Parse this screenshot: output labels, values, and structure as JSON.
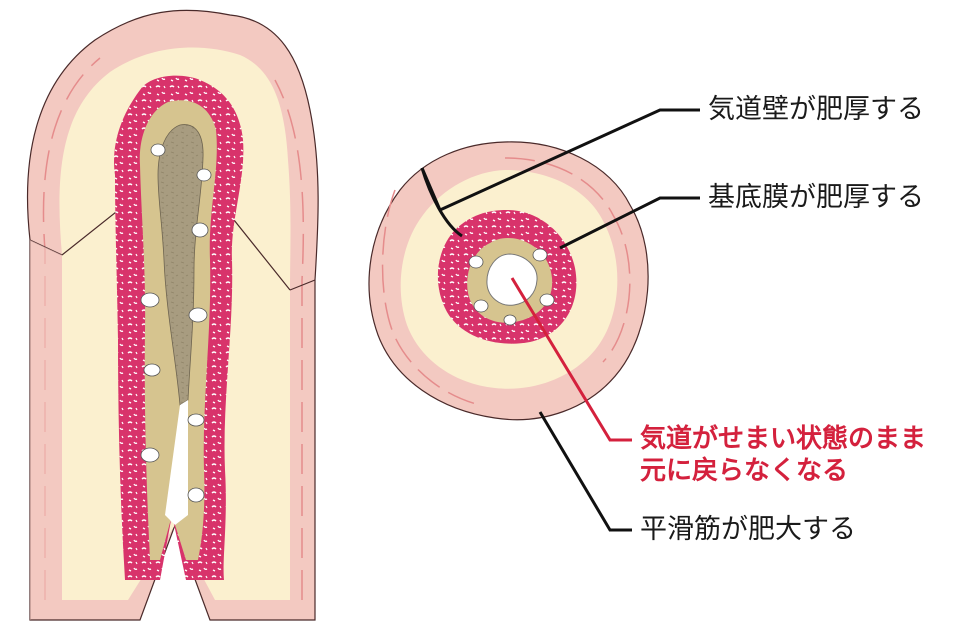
{
  "labels": {
    "wall_thickening": "気道壁が肥厚する",
    "basement_membrane": "基底膜が肥厚する",
    "narrowing_line1": "気道がせまい状態のまま",
    "narrowing_line2": "元に戻らなくなる",
    "smooth_muscle": "平滑筋が肥大する"
  },
  "colors": {
    "outer_wall": "#f3c9c1",
    "outer_stroke": "#e58c8c",
    "submucosa": "#fbf0cf",
    "epithelium": "#d8336b",
    "epithelium_spots": "#ffffff",
    "gland": "#d6c48f",
    "lumen_gray": "#a89c80",
    "lumen_white": "#ffffff",
    "leader_black": "#111111",
    "leader_red": "#d4213d"
  },
  "icons": {
    "longitudinal_section": "airway-longitudinal-cross-section",
    "transverse_section": "airway-transverse-cross-section"
  }
}
